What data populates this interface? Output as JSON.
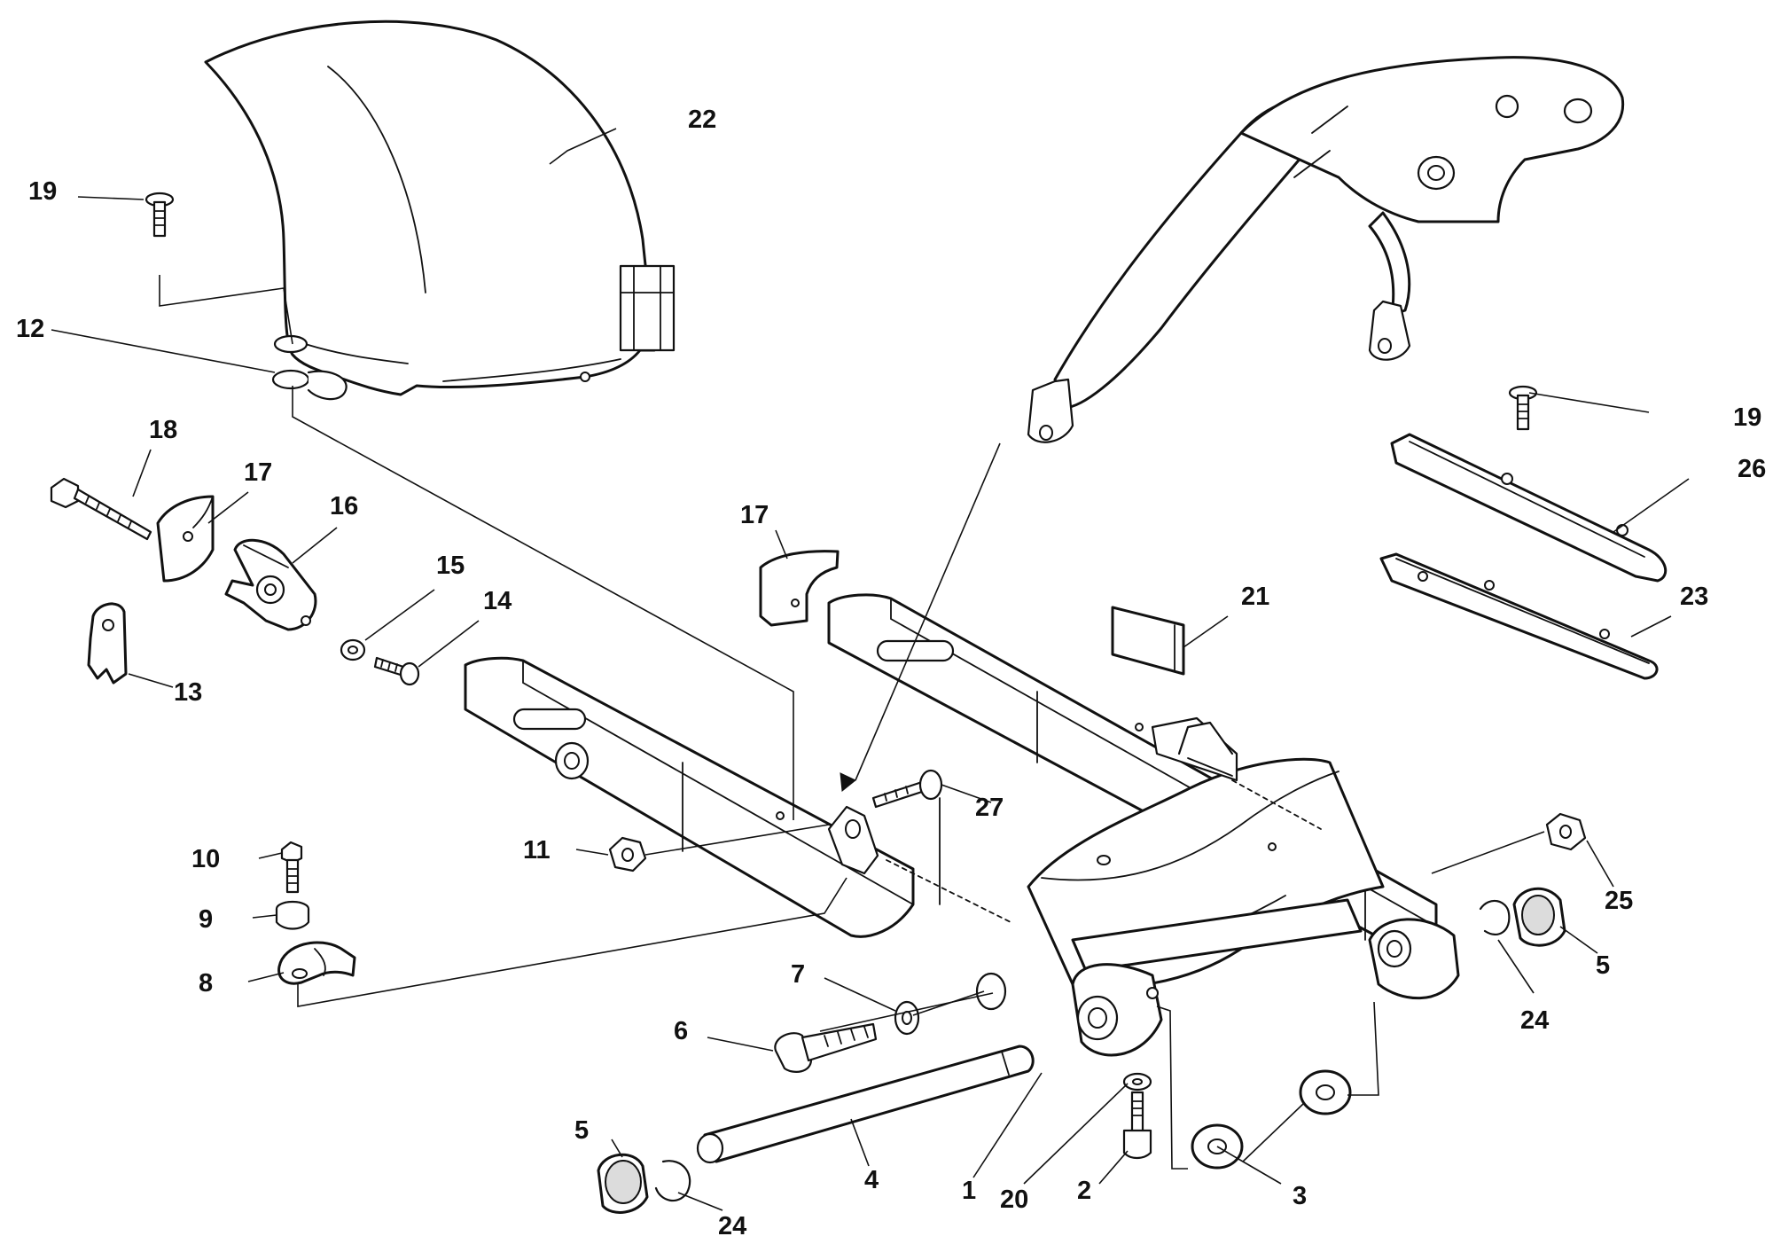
{
  "callouts": {
    "c1": "1",
    "c2": "2",
    "c3": "3",
    "c4": "4",
    "c5a": "5",
    "c5b": "5",
    "c6": "6",
    "c7": "7",
    "c8": "8",
    "c9": "9",
    "c10": "10",
    "c11": "11",
    "c12": "12",
    "c13": "13",
    "c14": "14",
    "c15": "15",
    "c16": "16",
    "c17a": "17",
    "c17b": "17",
    "c18": "18",
    "c19a": "19",
    "c19b": "19",
    "c20": "20",
    "c21": "21",
    "c22": "22",
    "c23": "23",
    "c24a": "24",
    "c24b": "24",
    "c25": "25",
    "c26": "26",
    "c27": "27"
  },
  "colors": {
    "line": "#111111",
    "background": "#ffffff"
  }
}
